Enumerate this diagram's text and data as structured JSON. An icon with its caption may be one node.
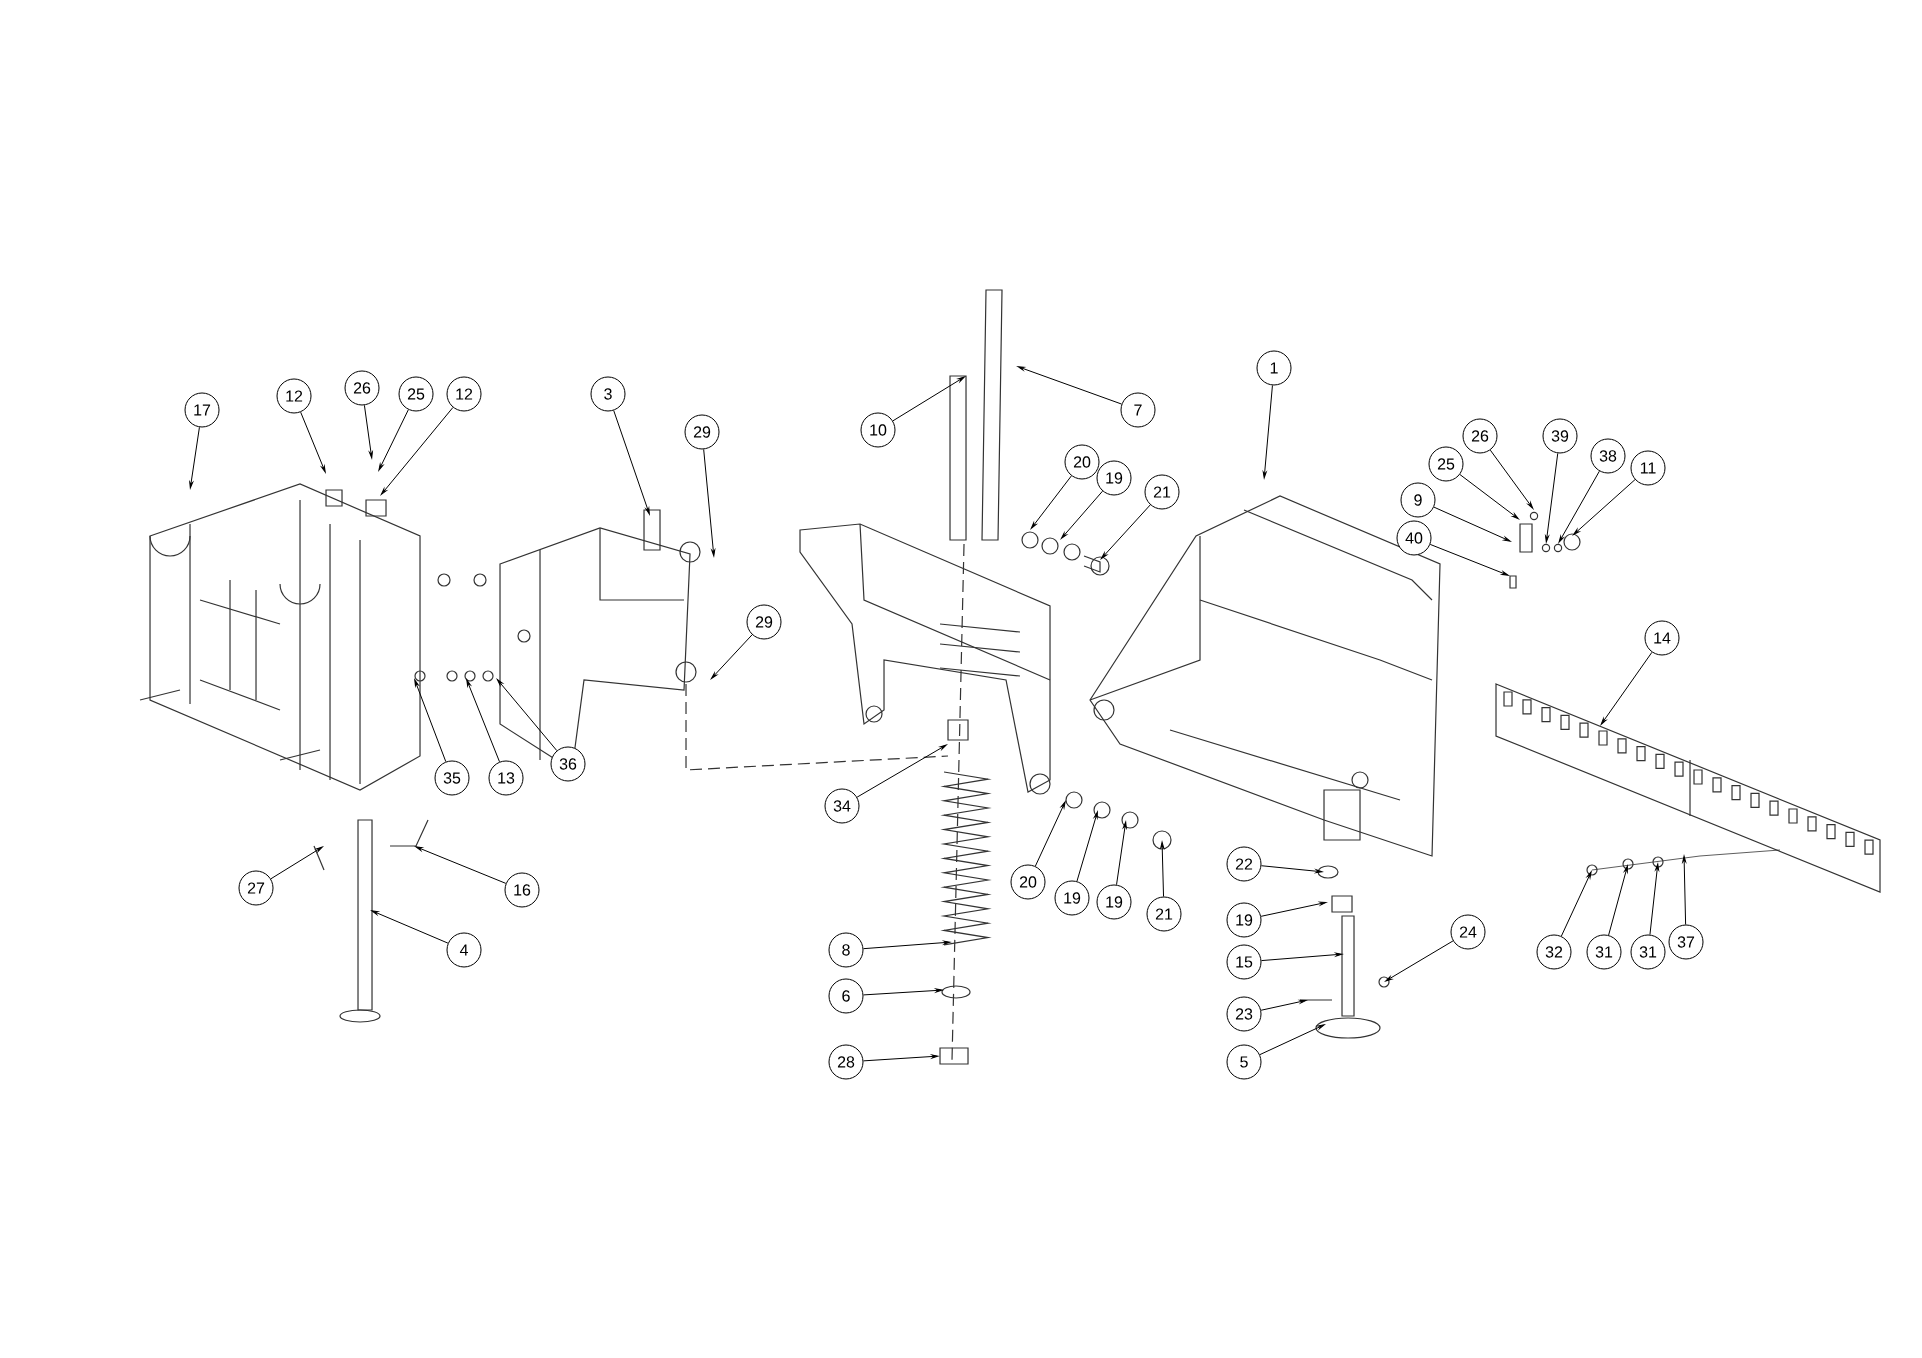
{
  "diagram": {
    "nodes": [
      {
        "text": [
          "17"
        ]
      },
      {
        "text": [
          "12"
        ]
      },
      {
        "text": [
          "26"
        ]
      },
      {
        "text": [
          "25"
        ]
      },
      {
        "text": [
          "12"
        ]
      },
      {
        "text": [
          "3"
        ]
      },
      {
        "text": [
          "29"
        ]
      },
      {
        "text": [
          "29"
        ]
      },
      {
        "text": [
          "35"
        ]
      },
      {
        "text": [
          "13"
        ]
      },
      {
        "text": [
          "36"
        ]
      },
      {
        "text": [
          "27"
        ]
      },
      {
        "text": [
          "16"
        ]
      },
      {
        "text": [
          "4"
        ]
      },
      {
        "text": [
          "10"
        ]
      },
      {
        "text": [
          "7"
        ]
      },
      {
        "text": [
          "20"
        ]
      },
      {
        "text": [
          "19"
        ]
      },
      {
        "text": [
          "21"
        ]
      },
      {
        "text": [
          "34"
        ]
      },
      {
        "text": [
          "20"
        ]
      },
      {
        "text": [
          "19"
        ]
      },
      {
        "text": [
          "19"
        ]
      },
      {
        "text": [
          "21"
        ]
      },
      {
        "text": [
          "8"
        ]
      },
      {
        "text": [
          "6"
        ]
      },
      {
        "text": [
          "28"
        ]
      },
      {
        "text": [
          "1"
        ]
      },
      {
        "text": [
          "26"
        ]
      },
      {
        "text": [
          "25"
        ]
      },
      {
        "text": [
          "39"
        ]
      },
      {
        "text": [
          "38"
        ]
      },
      {
        "text": [
          "11"
        ]
      },
      {
        "text": [
          "9"
        ]
      },
      {
        "text": [
          "40"
        ]
      },
      {
        "text": [
          "14"
        ]
      },
      {
        "text": [
          "22"
        ]
      },
      {
        "text": [
          "19"
        ]
      },
      {
        "text": [
          "15"
        ]
      },
      {
        "text": [
          "24"
        ]
      },
      {
        "text": [
          "23"
        ]
      },
      {
        "text": [
          "5"
        ]
      },
      {
        "text": [
          "32"
        ]
      },
      {
        "text": [
          "31"
        ]
      },
      {
        "text": [
          "31"
        ]
      },
      {
        "text": [
          "37"
        ]
      }
    ],
    "edges": [
      {
        "from": 0,
        "to": null,
        "arrow": "to"
      },
      {
        "from": 1,
        "to": null,
        "arrow": "to"
      },
      {
        "from": 2,
        "to": null,
        "arrow": "to"
      },
      {
        "from": 3,
        "to": null,
        "arrow": "to"
      },
      {
        "from": 4,
        "to": null,
        "arrow": "to"
      },
      {
        "from": 5,
        "to": null,
        "arrow": "to"
      },
      {
        "from": 6,
        "to": null,
        "arrow": "to"
      },
      {
        "from": 7,
        "to": null,
        "arrow": "to"
      },
      {
        "from": 8,
        "to": null,
        "arrow": "to"
      },
      {
        "from": 9,
        "to": null,
        "arrow": "to"
      },
      {
        "from": 10,
        "to": null,
        "arrow": "to"
      },
      {
        "from": 11,
        "to": null,
        "arrow": "to"
      },
      {
        "from": 12,
        "to": null,
        "arrow": "to"
      },
      {
        "from": 13,
        "to": null,
        "arrow": "to"
      },
      {
        "from": 14,
        "to": null,
        "arrow": "to"
      },
      {
        "from": 15,
        "to": null,
        "arrow": "to"
      },
      {
        "from": 16,
        "to": null,
        "arrow": "to"
      },
      {
        "from": 17,
        "to": null,
        "arrow": "to"
      },
      {
        "from": 18,
        "to": null,
        "arrow": "to"
      },
      {
        "from": 19,
        "to": null,
        "arrow": "to"
      },
      {
        "from": 20,
        "to": null,
        "arrow": "to"
      },
      {
        "from": 21,
        "to": null,
        "arrow": "to"
      },
      {
        "from": 22,
        "to": null,
        "arrow": "to"
      },
      {
        "from": 23,
        "to": null,
        "arrow": "to"
      },
      {
        "from": 24,
        "to": null,
        "arrow": "to"
      },
      {
        "from": 25,
        "to": null,
        "arrow": "to"
      },
      {
        "from": 26,
        "to": null,
        "arrow": "to"
      },
      {
        "from": 27,
        "to": null,
        "arrow": "to"
      },
      {
        "from": 28,
        "to": null,
        "arrow": "to"
      },
      {
        "from": 29,
        "to": null,
        "arrow": "to"
      },
      {
        "from": 30,
        "to": null,
        "arrow": "to"
      },
      {
        "from": 31,
        "to": null,
        "arrow": "to"
      },
      {
        "from": 32,
        "to": null,
        "arrow": "to"
      },
      {
        "from": 33,
        "to": null,
        "arrow": "to"
      },
      {
        "from": 34,
        "to": null,
        "arrow": "to"
      },
      {
        "from": 35,
        "to": null,
        "arrow": "to"
      },
      {
        "from": 36,
        "to": null,
        "arrow": "to"
      },
      {
        "from": 37,
        "to": null,
        "arrow": "to"
      },
      {
        "from": 38,
        "to": null,
        "arrow": "to"
      },
      {
        "from": 39,
        "to": null,
        "arrow": "to"
      },
      {
        "from": 40,
        "to": null,
        "arrow": "to"
      },
      {
        "from": 41,
        "to": null,
        "arrow": "to"
      },
      {
        "from": 42,
        "to": null,
        "arrow": "to"
      },
      {
        "from": 43,
        "to": null,
        "arrow": "to"
      },
      {
        "from": 44,
        "to": null,
        "arrow": "to"
      },
      {
        "from": 45,
        "to": null,
        "arrow": "to"
      }
    ]
  }
}
